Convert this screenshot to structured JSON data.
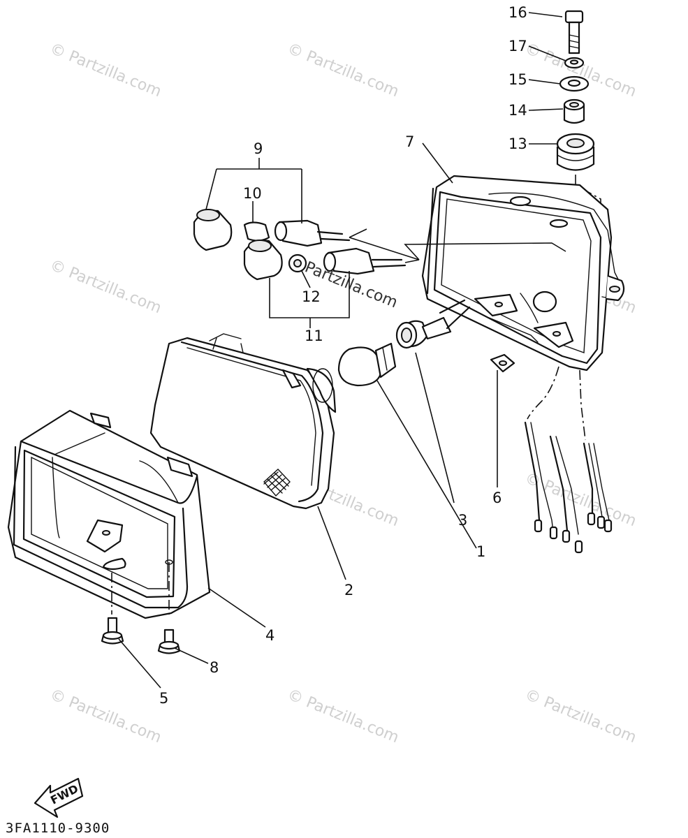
{
  "diagram": {
    "parts": [
      {
        "ref": "1"
      },
      {
        "ref": "2"
      },
      {
        "ref": "3"
      },
      {
        "ref": "4"
      },
      {
        "ref": "5"
      },
      {
        "ref": "6"
      },
      {
        "ref": "7"
      },
      {
        "ref": "8"
      },
      {
        "ref": "9"
      },
      {
        "ref": "10"
      },
      {
        "ref": "11"
      },
      {
        "ref": "12"
      },
      {
        "ref": "13"
      },
      {
        "ref": "14"
      },
      {
        "ref": "15"
      },
      {
        "ref": "16"
      },
      {
        "ref": "17"
      }
    ],
    "watermark": "© Partzilla.com",
    "center_watermark": "Partzilla.com",
    "direction_label": "FWD",
    "drawing_code": "3FA1110-9300"
  }
}
